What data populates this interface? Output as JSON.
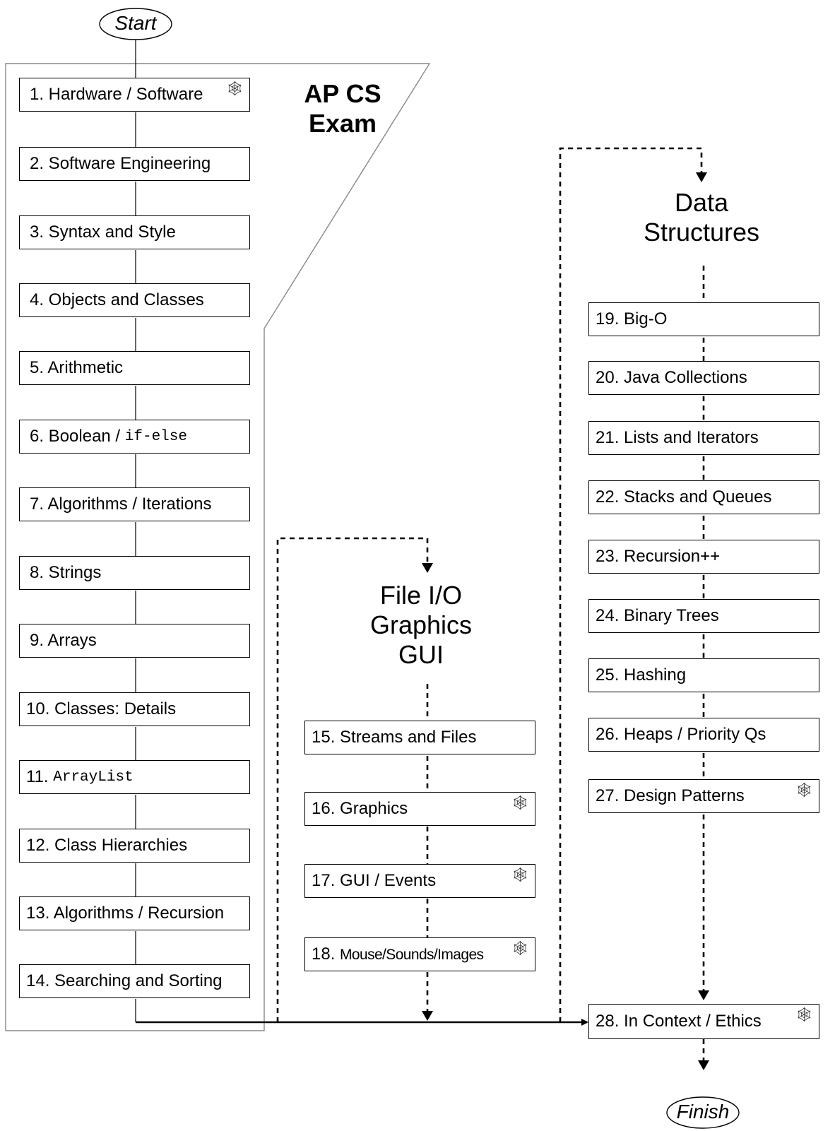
{
  "start_label": "Start",
  "finish_label": "Finish",
  "ap_exam": {
    "line1": "AP CS",
    "line2": "Exam"
  },
  "group_io": {
    "line1": "File I/O",
    "line2": "Graphics",
    "line3": "GUI"
  },
  "group_ds": {
    "line1": "Data",
    "line2": "Structures"
  },
  "web_icon_name": "spider-web-icon",
  "left_column": [
    {
      "label": "1. Hardware / Software",
      "web": true
    },
    {
      "label": "2. Software Engineering"
    },
    {
      "label": "3. Syntax and Style"
    },
    {
      "label": "4. Objects and Classes"
    },
    {
      "label": "5. Arithmetic"
    },
    {
      "label": "6. Boolean / ",
      "code": "if-else"
    },
    {
      "label": "7. Algorithms / Iterations"
    },
    {
      "label": "8. Strings"
    },
    {
      "label": "9. Arrays"
    },
    {
      "label": "10. Classes: Details"
    },
    {
      "label": "11. ",
      "code": "ArrayList"
    },
    {
      "label": "12. Class Hierarchies"
    },
    {
      "label": "13. Algorithms / Recursion"
    },
    {
      "label": "14. Searching and Sorting"
    }
  ],
  "middle_column": [
    {
      "label": "15. Streams and Files"
    },
    {
      "label": "16. Graphics",
      "web": true
    },
    {
      "label": "17. GUI / Events",
      "web": true
    },
    {
      "label": "18. ",
      "label_narrow": "Mouse/Sounds/Images",
      "web": true
    }
  ],
  "right_column": [
    {
      "label": "19. Big-O"
    },
    {
      "label": "20. Java Collections"
    },
    {
      "label": "21. Lists and Iterators"
    },
    {
      "label": "22. Stacks and Queues"
    },
    {
      "label": "23. Recursion++"
    },
    {
      "label": "24. Binary Trees"
    },
    {
      "label": "25. Hashing"
    },
    {
      "label": "26. Heaps / Priority Qs"
    },
    {
      "label": "27. Design Patterns",
      "web": true
    }
  ],
  "final_box": {
    "label": "28. In Context / Ethics",
    "web": true
  }
}
